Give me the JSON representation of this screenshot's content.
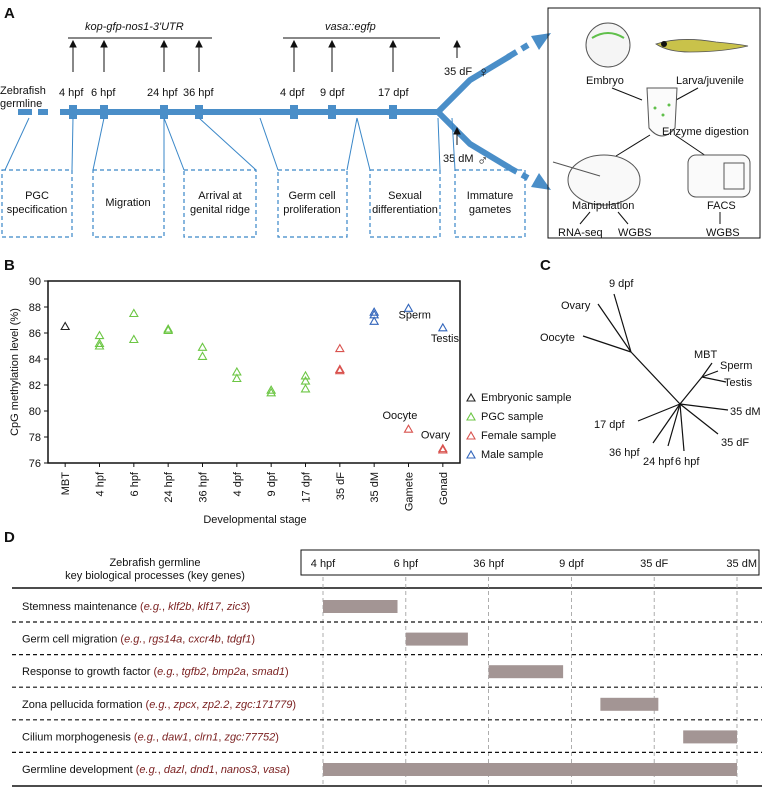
{
  "panel_labels": {
    "a": "A",
    "b": "B",
    "c": "C",
    "d": "D"
  },
  "panel_a": {
    "germline_label": [
      "Zebrafish",
      "germline"
    ],
    "transgene_1": "kop-gfp-nos1-3'UTR",
    "transgene_2": "vasa::egfp",
    "timepoints": [
      "4 hpf",
      "6 hpf",
      "24 hpf",
      "36 hpf",
      "4 dpf",
      "9 dpf",
      "17 dpf"
    ],
    "female_time": "35 dF",
    "male_time": "35 dM",
    "female_symbol": "♀",
    "male_symbol": "♂",
    "stages": [
      [
        "PGC",
        "specification"
      ],
      [
        "Migration"
      ],
      [
        "Arrival at",
        "genital ridge"
      ],
      [
        "Germ cell",
        "proliferation"
      ],
      [
        "Sexual",
        "differentiation"
      ],
      [
        "Immature",
        "gametes"
      ]
    ],
    "workflow": {
      "embryo": "Embryo",
      "larva": "Larva/juvenile",
      "digestion": "Enzyme digestion",
      "manipulation": "Manipulation",
      "facs": "FACS",
      "rnaseq": "RNA-seq",
      "wgbs1": "WGBS",
      "wgbs2": "WGBS"
    }
  },
  "chart_data": {
    "type": "scatter",
    "ylabel": "CpG methylation level (%)",
    "xlabel": "Developmental stage",
    "categories": [
      "MBT",
      "4 hpf",
      "6 hpf",
      "24 hpf",
      "36 hpf",
      "4 dpf",
      "9 dpf",
      "17 dpf",
      "35 dF",
      "35 dM",
      "Gamete",
      "Gonad"
    ],
    "ylim": [
      76,
      90
    ],
    "yticks": [
      76,
      78,
      80,
      82,
      84,
      86,
      88,
      90
    ],
    "legend_position": "right",
    "series": [
      {
        "name": "Embryonic sample",
        "color": "#222222",
        "points": [
          [
            0,
            86.5
          ]
        ]
      },
      {
        "name": "PGC sample",
        "color": "#6cc644",
        "points": [
          [
            1,
            85.8
          ],
          [
            1,
            85.2
          ],
          [
            1,
            85.0
          ],
          [
            2,
            87.5
          ],
          [
            2,
            85.5
          ],
          [
            3,
            86.3
          ],
          [
            3,
            86.2
          ],
          [
            4,
            84.9
          ],
          [
            4,
            84.2
          ],
          [
            5,
            83.0
          ],
          [
            5,
            82.5
          ],
          [
            6,
            81.6
          ],
          [
            6,
            81.4
          ],
          [
            7,
            82.7
          ],
          [
            7,
            82.3
          ],
          [
            7,
            81.7
          ]
        ]
      },
      {
        "name": "Female sample",
        "color": "#d9534f",
        "points": [
          [
            8,
            84.8
          ],
          [
            8,
            83.2
          ],
          [
            8,
            83.1
          ],
          [
            10,
            78.6
          ],
          [
            11,
            77.1
          ],
          [
            11,
            77.0
          ]
        ]
      },
      {
        "name": "Male sample",
        "color": "#3366bb",
        "points": [
          [
            9,
            87.6
          ],
          [
            9,
            87.4
          ],
          [
            9,
            86.9
          ],
          [
            10,
            87.9
          ],
          [
            11,
            86.4
          ]
        ]
      }
    ],
    "annotations": [
      {
        "text": "Sperm",
        "x": 10,
        "y": 87.9
      },
      {
        "text": "Testis",
        "x": 11,
        "y": 86.4
      },
      {
        "text": "Oocyte",
        "x": 10,
        "y": 78.6
      },
      {
        "text": "Ovary",
        "x": 11,
        "y": 77.1
      }
    ]
  },
  "panel_c": {
    "leaves": [
      "9 dpf",
      "Ovary",
      "Oocyte",
      "MBT",
      "Sperm",
      "Testis",
      "35 dM",
      "35 dF",
      "6 hpf",
      "24 hpf",
      "36 hpf",
      "17 dpf"
    ]
  },
  "panel_d": {
    "header_left": [
      "Zebrafish germline",
      "key biological processes (key genes)"
    ],
    "timeline": [
      "4 hpf",
      "6 hpf",
      "36 hpf",
      "9 dpf",
      "35 dF",
      "35 dM"
    ],
    "rows": [
      {
        "label": "Stemness maintenance ",
        "ex_open": "(",
        "ex_eg": "e.g.",
        "genes": [
          "klf2b",
          "klf17",
          "zic3"
        ],
        "start": 0,
        "end": 0.9
      },
      {
        "label": "Germ cell migration ",
        "ex_open": "(",
        "ex_eg": "e.g.",
        "genes": [
          "rgs14a",
          "cxcr4b",
          "tdgf1"
        ],
        "start": 1,
        "end": 1.75
      },
      {
        "label": "Response to growth factor ",
        "ex_open": "(",
        "ex_eg": "e.g.",
        "genes": [
          "tgfb2",
          "bmp2a",
          "smad1"
        ],
        "start": 2,
        "end": 2.9
      },
      {
        "label": "Zona pellucida formation ",
        "ex_open": "(",
        "ex_eg": "e.g.",
        "genes": [
          "zpcx",
          "zp2.2",
          "zgc:171779"
        ],
        "start": 3.35,
        "end": 4.05
      },
      {
        "label": "Cilium morphogenesis ",
        "ex_open": "(",
        "ex_eg": "e.g.",
        "genes": [
          "daw1",
          "clrn1",
          "zgc:77752"
        ],
        "start": 4.35,
        "end": 5.0
      },
      {
        "label": "Germline development ",
        "ex_open": "(",
        "ex_eg": "e.g.",
        "genes": [
          "dazl",
          "dnd1",
          "nanos3",
          "vasa"
        ],
        "start": 0,
        "end": 5.0
      }
    ]
  }
}
